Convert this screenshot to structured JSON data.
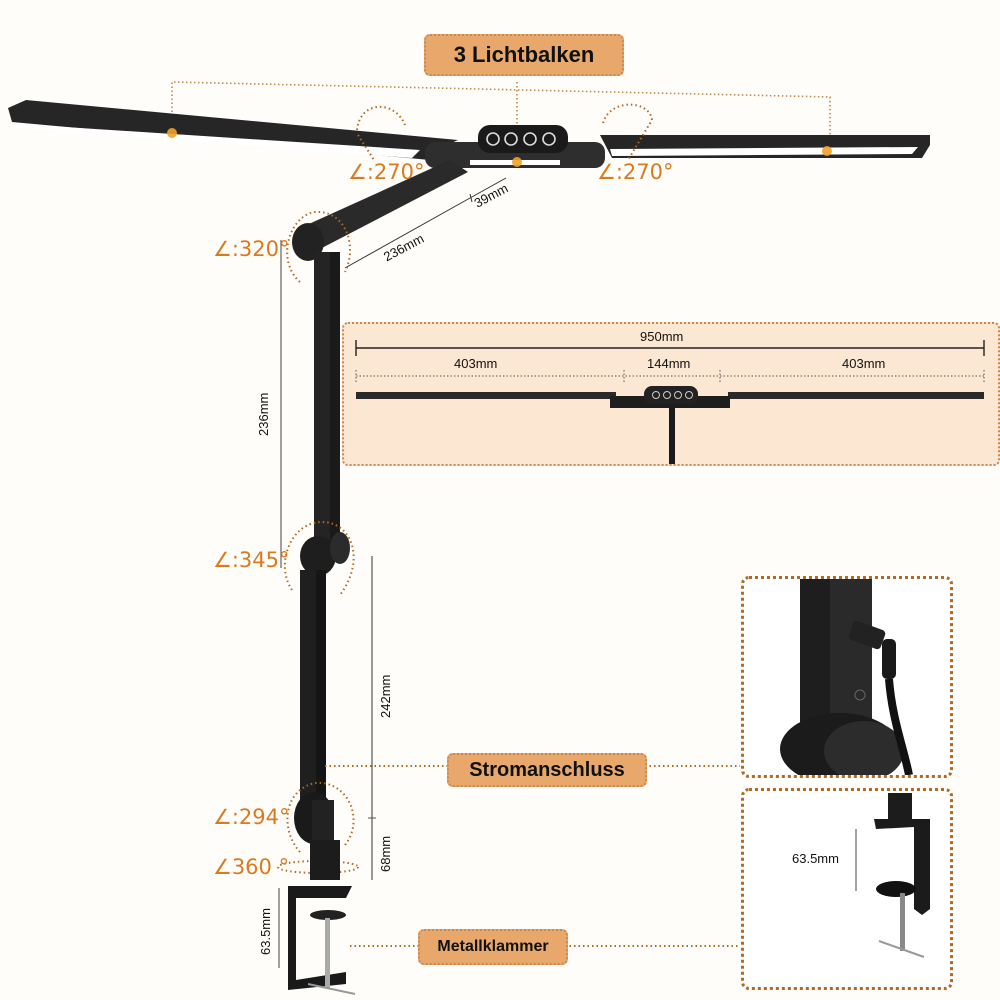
{
  "title_label": "3 Lichtbalken",
  "callouts": {
    "power": "Stromanschluss",
    "clamp": "Metallklammer"
  },
  "angles": {
    "left_bar": "∠:270°",
    "right_bar": "∠:270°",
    "upper_joint": "∠:320°",
    "middle_joint": "∠:345°",
    "lower_joint": "∠:294°",
    "base_rotation": "∠360 °"
  },
  "dimensions": {
    "head_offset": "39mm",
    "upper_arm": "236mm",
    "vertical_arm": "236mm",
    "lower_arm": "242mm",
    "base_height": "68mm",
    "clamp_opening": "63.5mm"
  },
  "width_panel": {
    "total": "950mm",
    "left_segment": "403mm",
    "center_segment": "144mm",
    "right_segment": "403mm"
  },
  "clamp_inset": {
    "opening": "63.5mm"
  },
  "control_buttons": [
    "power-icon",
    "mode-icon",
    "brightness-icon",
    "auto-icon"
  ],
  "colors": {
    "accent_orange": "#d97a1e",
    "label_bg": "#e8a86c",
    "panel_bg": "#fbe7d2",
    "lamp_black": "#1e1e1e"
  }
}
